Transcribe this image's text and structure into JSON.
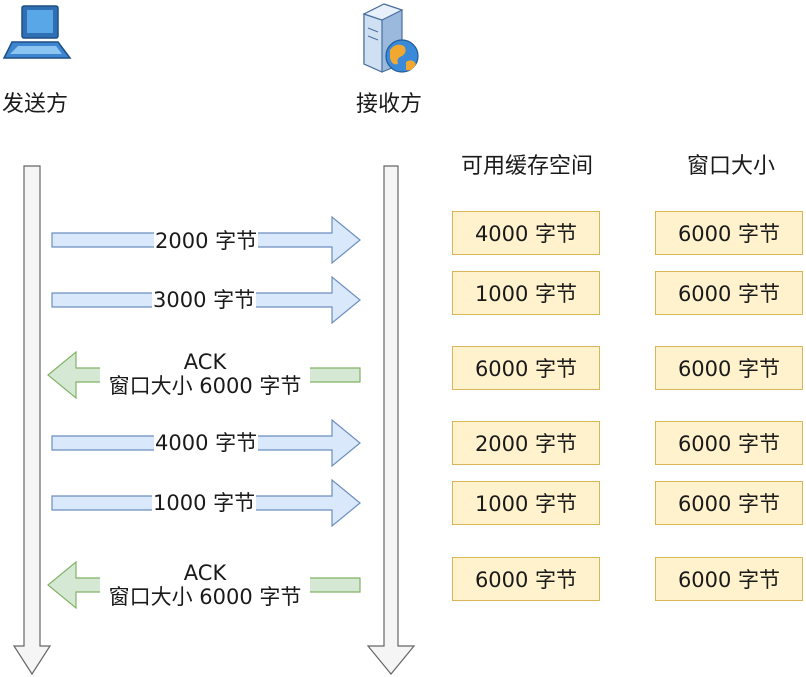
{
  "sender": {
    "label": "发送方",
    "icon": "laptop-icon"
  },
  "receiver": {
    "label": "接收方",
    "icon": "server-globe-icon"
  },
  "columns": {
    "available_buffer": "可用缓存空间",
    "window_size": "窗口大小"
  },
  "messages": [
    {
      "direction": "right",
      "label": "2000 字节"
    },
    {
      "direction": "right",
      "label": "3000 字节"
    },
    {
      "direction": "left",
      "label_line1": "ACK",
      "label_line2": "窗口大小 6000 字节"
    },
    {
      "direction": "right",
      "label": "4000 字节"
    },
    {
      "direction": "right",
      "label": "1000 字节"
    },
    {
      "direction": "left",
      "label_line1": "ACK",
      "label_line2": "窗口大小 6000 字节"
    }
  ],
  "rows": [
    {
      "available": "4000 字节",
      "window": "6000 字节"
    },
    {
      "available": "1000 字节",
      "window": "6000 字节"
    },
    {
      "available": "6000 字节",
      "window": "6000 字节"
    },
    {
      "available": "2000 字节",
      "window": "6000 字节"
    },
    {
      "available": "1000 字节",
      "window": "6000 字节"
    },
    {
      "available": "6000 字节",
      "window": "6000 字节"
    }
  ],
  "colors": {
    "data_arrow_fill": "#dae8fc",
    "data_arrow_stroke": "#6c8ebf",
    "ack_arrow_fill": "#d5e8d4",
    "ack_arrow_stroke": "#82b366",
    "timeline_fill": "#f5f5f5",
    "timeline_stroke": "#666666",
    "cell_fill": "#fff2cc",
    "cell_stroke": "#d6b656"
  }
}
